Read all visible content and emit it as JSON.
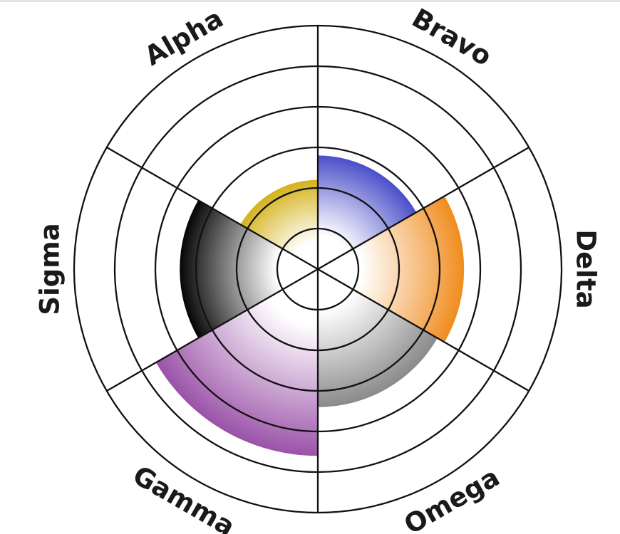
{
  "chart_data": {
    "type": "radial-bar",
    "title": "",
    "categories": [
      "Bravo",
      "Delta",
      "Omega",
      "Gamma",
      "Sigma",
      "Alpha"
    ],
    "values": [
      2.8,
      3.6,
      3.4,
      4.6,
      3.4,
      2.2
    ],
    "scale_max": 6,
    "rings": [
      1,
      2,
      3,
      4,
      5,
      6
    ],
    "colors": [
      "#4b4fc9",
      "#f08c1e",
      "#8a8a8a",
      "#9a52a8",
      "#050505",
      "#d4b21c"
    ],
    "grid": true,
    "legend": "none"
  }
}
